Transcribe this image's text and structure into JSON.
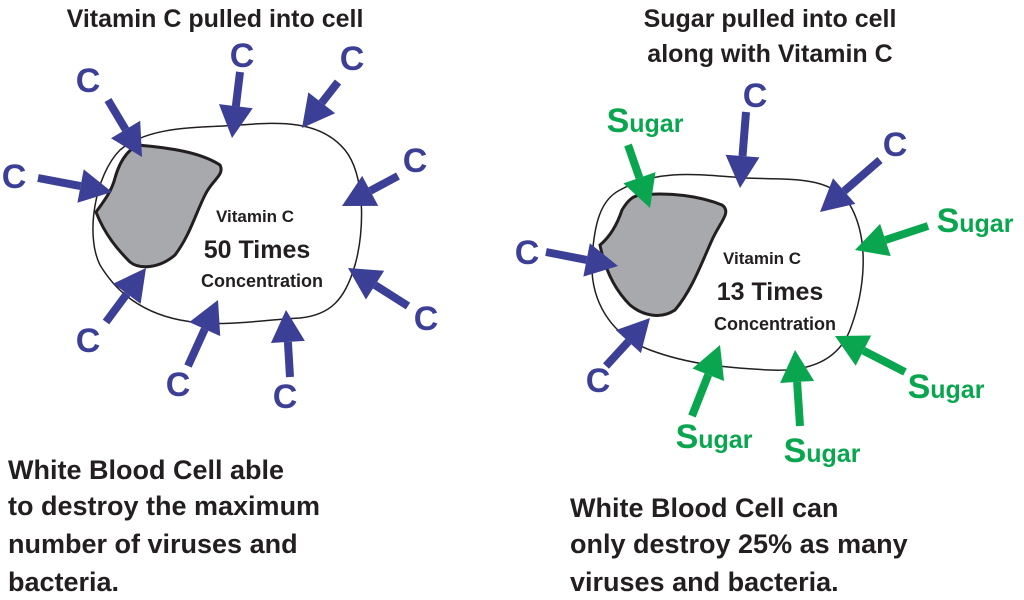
{
  "colors": {
    "vitamin_c": "#3c3f96",
    "sugar": "#0aa64f",
    "nucleus": "#a7a9ac",
    "text": "#231f20"
  },
  "left": {
    "title": "Vitamin C pulled into cell",
    "center_line1": "Vitamin C",
    "center_line2": "50 Times",
    "center_line3": "Concentration",
    "caption": [
      "White Blood Cell able",
      "to destroy the maximum",
      "number of viruses and",
      "bacteria."
    ],
    "arrow_labels": [
      "C",
      "C",
      "C",
      "C",
      "C",
      "C",
      "C",
      "C",
      "C"
    ]
  },
  "right": {
    "title_line1": "Sugar pulled into cell",
    "title_line2": "along with Vitamin C",
    "center_line1": "Vitamin C",
    "center_line2": "13 Times",
    "center_line3": "Concentration",
    "caption": [
      "White Blood Cell can",
      "only destroy 25% as many",
      "viruses and bacteria."
    ],
    "arrow_labels": [
      "Sugar",
      "C",
      "C",
      "Sugar",
      "C",
      "Sugar",
      "C",
      "Sugar",
      "Sugar"
    ]
  }
}
